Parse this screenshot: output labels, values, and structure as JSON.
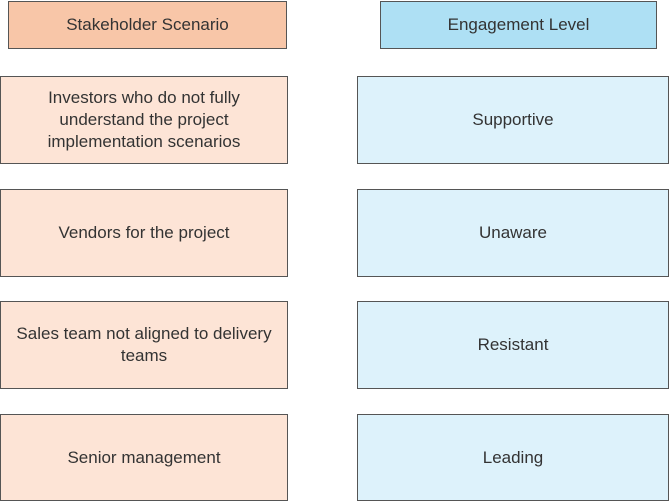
{
  "headers": {
    "left": "Stakeholder Scenario",
    "right": "Engagement Level"
  },
  "scenarios": [
    "Investors who do not fully understand the project implementation scenarios",
    "Vendors for the project",
    "Sales team not aligned to delivery teams",
    "Senior management"
  ],
  "levels": [
    "Supportive",
    "Unaware",
    "Resistant",
    "Leading"
  ],
  "colors": {
    "left_header": "#f8c6a8",
    "right_header": "#aee0f4",
    "left_box": "#fde4d6",
    "right_box": "#ddf2fb"
  }
}
